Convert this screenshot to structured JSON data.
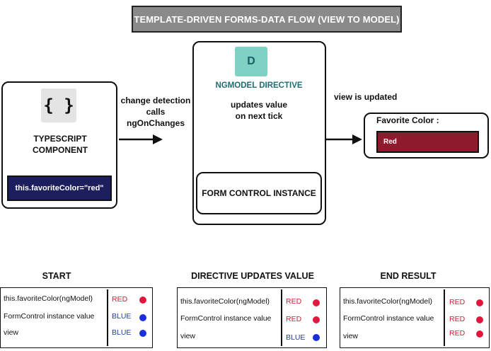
{
  "title": "TEMPLATE-DRIVEN FORMS-DATA FLOW (VIEW TO MODEL)",
  "component": {
    "icon": "braces-icon",
    "icon_text": "{ }",
    "label_line1": "TYPESCRIPT",
    "label_line2": "COMPONENT",
    "code": "this.favoriteColor=\"red\""
  },
  "arrow_labels": {
    "change_line1": "change detection",
    "change_line2": "calls",
    "change_line3": "ngOnChanges",
    "view_updated": "view is updated"
  },
  "directive": {
    "icon_letter": "D",
    "title": "NGMODEL DIRECTIVE",
    "updates_line1": "updates value",
    "updates_line2": "on next tick",
    "form_control": "FORM CONTROL INSTANCE"
  },
  "favorite": {
    "label": "Favorite Color :",
    "value": "Red"
  },
  "colors": {
    "red_value": "#d01f35",
    "blue_value": "#1f3fa0",
    "red_dot": "#e3173e",
    "blue_dot": "#1a2fd9",
    "input_bg": "#8e1b2d",
    "code_bg": "#1c1e5e",
    "directive_icon_bg": "#7fd1c4"
  },
  "tables": [
    {
      "heading": "START",
      "rows": [
        {
          "label": "this.favoriteColor(ngModel)",
          "value": "RED",
          "status": "red"
        },
        {
          "label": "FormControl instance value",
          "value": "BLUE",
          "status": "blue"
        },
        {
          "label": "view",
          "value": "BLUE",
          "status": "blue"
        }
      ]
    },
    {
      "heading": "DIRECTIVE UPDATES VALUE",
      "rows": [
        {
          "label": "this.favoriteColor(ngModel)",
          "value": "RED",
          "status": "red"
        },
        {
          "label": "FormControl instance value",
          "value": "RED",
          "status": "red"
        },
        {
          "label": "view",
          "value": "BLUE",
          "status": "blue"
        }
      ]
    },
    {
      "heading": "END RESULT",
      "rows": [
        {
          "label": "this.favoriteColor(ngModel)",
          "value": "RED",
          "status": "red"
        },
        {
          "label": "FormControl instance value",
          "value": "RED",
          "status": "red"
        },
        {
          "label": "view",
          "value": "RED",
          "status": "red"
        }
      ]
    }
  ]
}
